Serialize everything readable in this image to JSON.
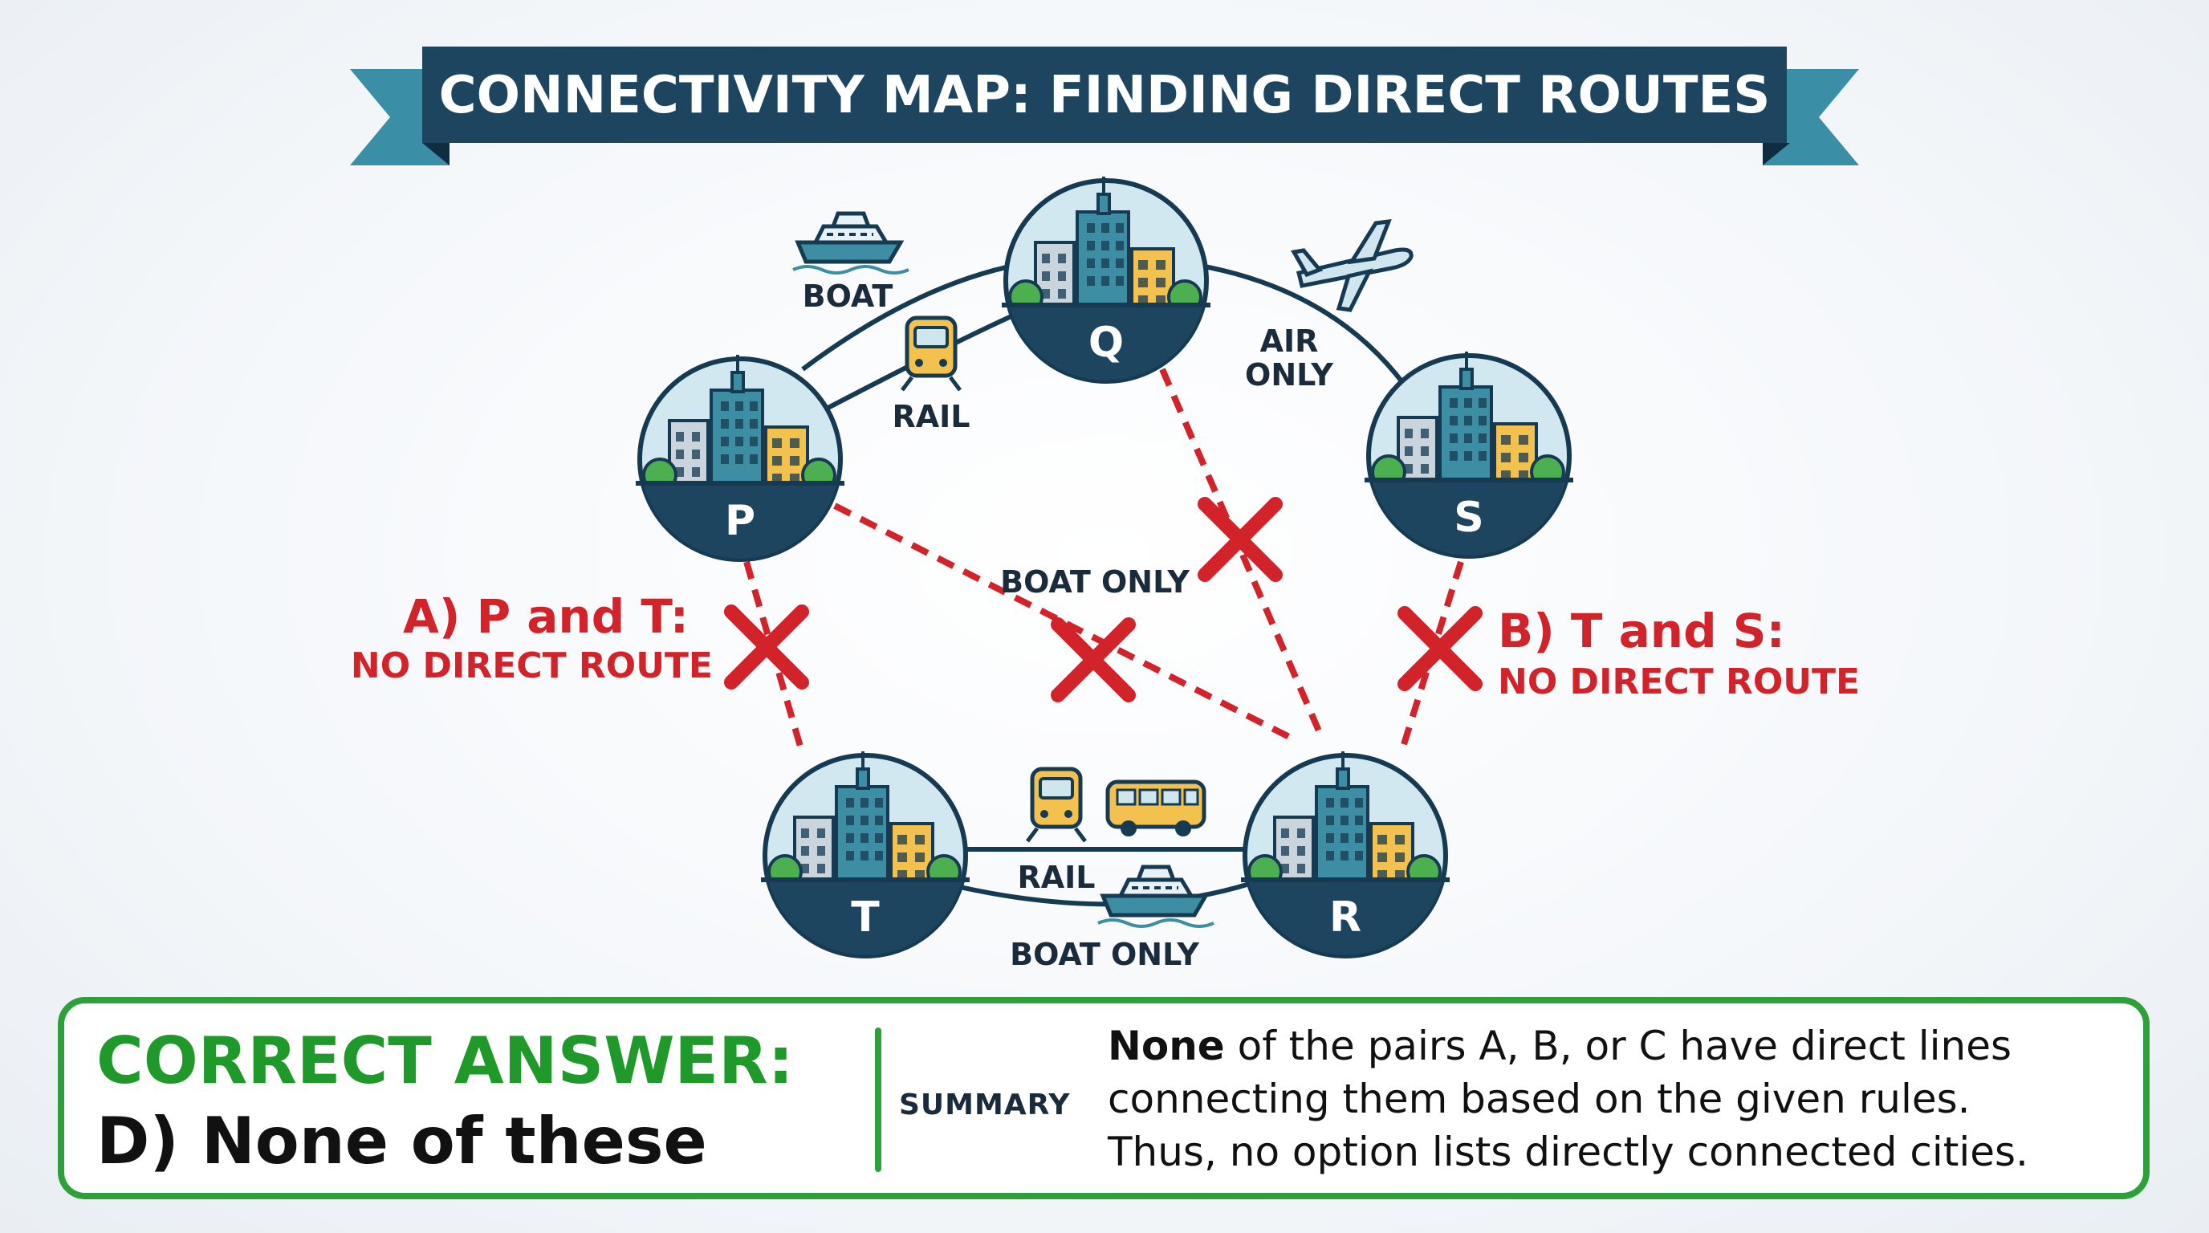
{
  "title": "CONNECTIVITY MAP: FINDING DIRECT ROUTES",
  "cities": {
    "P": "P",
    "Q": "Q",
    "S": "S",
    "T": "T",
    "R": "R"
  },
  "route_labels": {
    "boat_pq": "BOAT",
    "rail_pq": "RAIL",
    "air_qs_line1": "AIR",
    "air_qs_line2": "ONLY",
    "boat_only_pr": "BOAT ONLY",
    "rail_tr": "RAIL",
    "boat_only_tr": "BOAT ONLY"
  },
  "callouts": {
    "a_title": "A) P and T:",
    "a_sub": "NO DIRECT ROUTE",
    "b_title": "B) T and S:",
    "b_sub": "NO DIRECT ROUTE"
  },
  "answer": {
    "heading": "CORRECT ANSWER:",
    "value": "D) None of these",
    "summary_label": "SUMMARY",
    "summary_bold": "None",
    "summary_line1_rest": " of the pairs A, B, or C have direct lines",
    "summary_line2": "connecting them based on the given rules.",
    "summary_line3": "Thus, no option lists directly connected cities."
  },
  "colors": {
    "navy": "#1d4560",
    "ribbon": "#3a8fa6",
    "red": "#d3232a",
    "green": "#2ea03a",
    "building_yellow": "#f2c14e",
    "building_teal": "#3e8ea3",
    "sky": "#cfe6ee"
  }
}
